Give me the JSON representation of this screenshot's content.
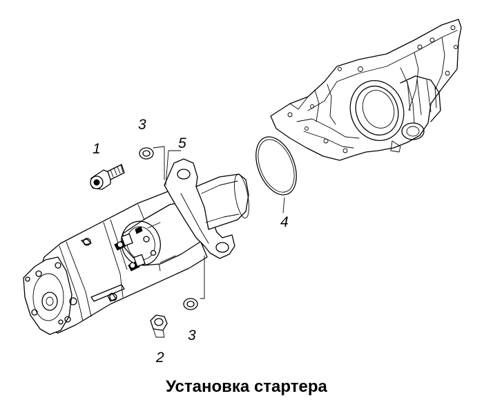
{
  "diagram": {
    "callouts": {
      "bolt": "1",
      "nut": "2",
      "washer_upper": "3",
      "washer_lower": "3",
      "o_ring": "4",
      "starter_flange": "5"
    }
  },
  "caption": "Установка стартера"
}
